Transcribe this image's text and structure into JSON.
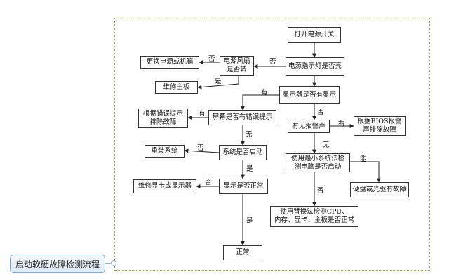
{
  "topic": "启动软硬故障检测流程",
  "nodes": {
    "power_on": "打开电源开关",
    "power_led": "电源指示灯是否亮",
    "fan": "电源风扇\n是否转",
    "replace_psu": "更换电源或机箱",
    "repair_board": "维修主板",
    "display": "显示器是否有显示",
    "screen_error": "屏幕是否有错误提示",
    "fix_by_error": "根据错误提示\n排除故障",
    "beep": "有无报警声",
    "bios_beep": "根据BIOS报警\n声排除故障",
    "system_boot": "系统是否启动",
    "reinstall": "重装系统",
    "min_system": "使用最小系统法检\n测电脑是否启动",
    "disk_fault": "硬盘或光驱有故障",
    "repair_gpu": "维修显卡或显示器",
    "display_normal": "显示是否正常",
    "swap_test": "使用替换法检测CPU、\n内存、显卡、主板是否正常",
    "normal": "正常"
  },
  "labels": {
    "fan_no": "否",
    "led_no": "否",
    "fan_yes": "是",
    "display_yes": "有",
    "screen_yes": "有",
    "beep_yes": "有",
    "display_no": "否",
    "screen_no": "无",
    "boot_no": "否",
    "beep_no": "无",
    "boot_yes": "是",
    "min_can": "能",
    "normal_no": "否",
    "min_no": "否",
    "normal_yes": "是"
  }
}
